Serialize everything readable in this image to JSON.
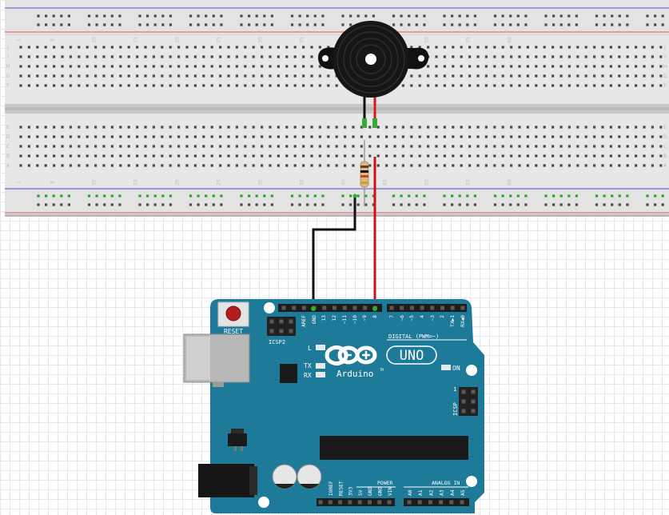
{
  "breadboard": {
    "column_numbers": [
      "1",
      "5",
      "10",
      "15",
      "20",
      "25",
      "30",
      "35",
      "40",
      "45",
      "50",
      "55",
      "60"
    ],
    "row_letters_top": [
      "J",
      "I",
      "H",
      "G",
      "F"
    ],
    "row_letters_bottom": [
      "E",
      "D",
      "C",
      "B",
      "A"
    ]
  },
  "arduino": {
    "model": "UNO",
    "brand": "Arduino",
    "trademark": "TM",
    "reset_label": "RESET",
    "icsp2_label": "ICSP2",
    "icsp_label": "ICSP",
    "icsp_pin1": "1",
    "digital_header_label": "DIGITAL (PWM=~)",
    "led_l": "L",
    "led_tx": "TX",
    "led_rx": "RX",
    "led_on": "ON",
    "power_label": "POWER",
    "analog_label": "ANALOG IN",
    "digital_pins": [
      "AREF",
      "GND",
      "13",
      "12",
      "~11",
      "~10",
      "~9",
      "8",
      "7",
      "~6",
      "~5",
      "4",
      "~3",
      "2",
      "TX▶1",
      "RX◀0"
    ],
    "power_pins": [
      "IOREF",
      "RESET",
      "3V3",
      "5V",
      "GND",
      "GND",
      "VIN"
    ],
    "analog_pins": [
      "A0",
      "A1",
      "A2",
      "A3",
      "A4",
      "A5"
    ]
  },
  "components": {
    "buzzer": "piezo-buzzer",
    "resistor": "resistor"
  },
  "colors": {
    "board_teal": "#1e7a99",
    "wire_black": "#222222",
    "wire_red": "#d11a1a",
    "rail_red": "#e05a5a",
    "rail_blue": "#4a56c8",
    "hole_green": "#26a826"
  }
}
